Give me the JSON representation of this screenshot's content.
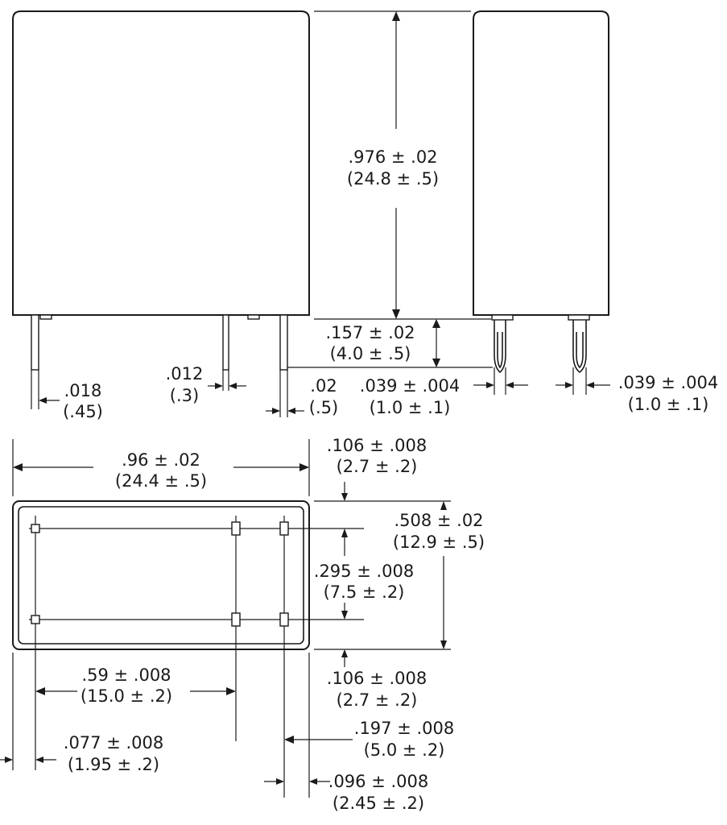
{
  "labels": {
    "height_in": ".976  ± .02",
    "height_mm": "(24.8  ± .5)",
    "pin_len_in": ".157  ± .02",
    "pin_len_mm": "(4.0  ± .5)",
    "pin_w1_in": ".018",
    "pin_w1_mm": "(.45)",
    "pin_t_in": ".012",
    "pin_t_mm": "(.3)",
    "pin_w2_in": ".02",
    "pin_w2_mm": "(.5)",
    "pin_w3_in": ".039  ± .004",
    "pin_w3_mm": "(1.0  ± .1)",
    "pin_w4_in": ".039  ± .004",
    "pin_w4_mm": "(1.0  ± .1)",
    "width_in": ".96  ± .02",
    "width_mm": "(24.4  ± .5)",
    "top_off_in": ".106  ± .008",
    "top_off_mm": "(2.7  ± .2)",
    "depth_in": ".508  ± .02",
    "depth_mm": "(12.9   ± .5)",
    "row_sp_in": ".295  ± .008",
    "row_sp_mm": "(7.5  ± .2)",
    "bot_off_in": ".106  ± .008",
    "bot_off_mm": "(2.7  ± .2)",
    "col_sp_in": ".59  ± .008",
    "col_sp_mm": "(15.0  ± .2)",
    "col_sp2_in": ".197  ± .008",
    "col_sp2_mm": "(5.0  ± .2)",
    "left_off_in": ".077  ± .008",
    "left_off_mm": "(1.95  ± .2)",
    "right_off_in": ".096  ± .008",
    "right_off_mm": "(2.45  ± .2)"
  }
}
